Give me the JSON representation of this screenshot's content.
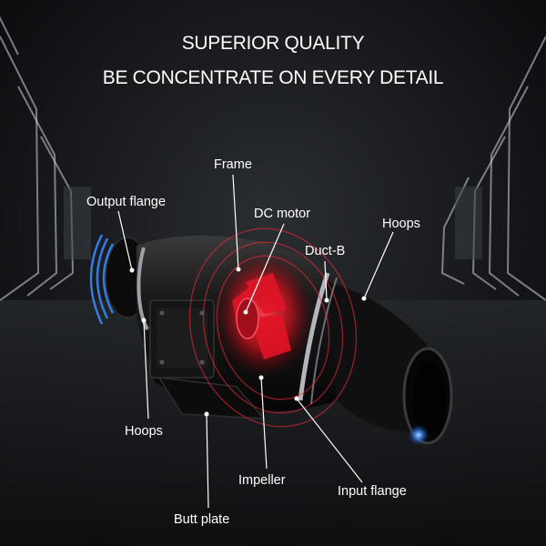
{
  "headline": {
    "line1": "SUPERIOR QUALITY",
    "line2": "BE CONCENTRATE ON EVERY DETAIL"
  },
  "callouts": {
    "frame": "Frame",
    "output_flange": "Output flange",
    "dc_motor": "DC motor",
    "hoops_right": "Hoops",
    "duct_b": "Duct-B",
    "hoops_left": "Hoops",
    "impeller": "Impeller",
    "input_flange": "Input flange",
    "butt_plate": "Butt plate"
  },
  "colors": {
    "background": "#0d0f12",
    "floor": "#1b1e22",
    "text": "#ffffff",
    "motor_glow": "#ff1a2e",
    "flange_glow": "#2f7bff",
    "fan_body": "#141414"
  }
}
